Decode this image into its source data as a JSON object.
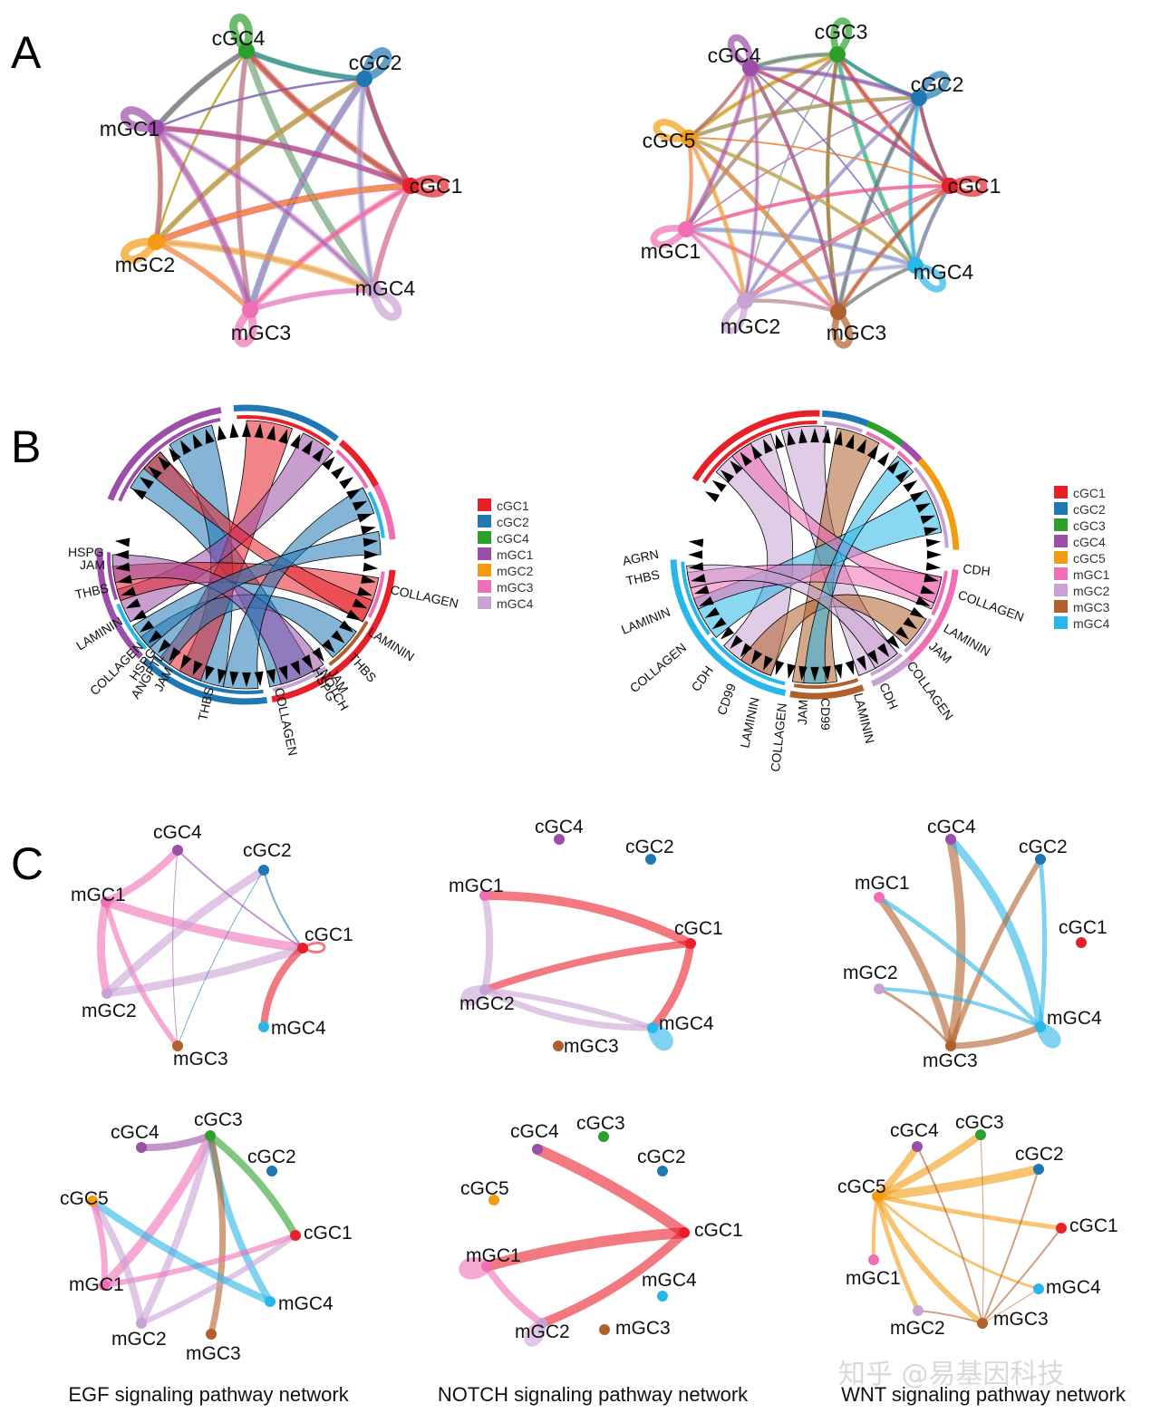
{
  "colors": {
    "cGC1": "#e8202a",
    "cGC2": "#1f77b4",
    "cGC3": "#2ca02c",
    "cGC4": "#9b4fa8",
    "cGC5": "#f39c12",
    "mGC1": "#f06fb4",
    "mGC2": "#c9a2d4",
    "mGC3": "#b0602c",
    "mGC4": "#29b6e8",
    "A1": {
      "cGC4": "#2ca02c",
      "cGC2": "#1f77b4",
      "cGC1": "#e8202a",
      "mGC4": "#c9a2d4",
      "mGC3": "#f06fb4",
      "mGC2": "#f39c12",
      "mGC1": "#9b4fa8"
    }
  },
  "panels": {
    "A": "A",
    "B": "B",
    "C": "C"
  },
  "networkA1": {
    "nodes": [
      "cGC4",
      "cGC2",
      "cGC1",
      "mGC4",
      "mGC3",
      "mGC2",
      "mGC1"
    ]
  },
  "networkA2": {
    "nodes": [
      "cGC3",
      "cGC2",
      "cGC1",
      "mGC4",
      "mGC3",
      "mGC2",
      "mGC1",
      "cGC5",
      "cGC4"
    ]
  },
  "chordB1": {
    "legend": [
      "cGC1",
      "cGC2",
      "cGC4",
      "mGC1",
      "mGC2",
      "mGC3",
      "mGC4"
    ],
    "sector_labels": [
      "HSPG",
      "JAM",
      "THBS",
      "LAMININ",
      "COLLAGEN",
      "HSPG",
      "ANGPTL",
      "JAM",
      "THBS",
      "COLLAGEN",
      "HSPG",
      "NOTCH",
      "JAM",
      "THBS",
      "LAMININ",
      "COLLAGEN"
    ]
  },
  "chordB2": {
    "legend": [
      "cGC1",
      "cGC2",
      "cGC3",
      "cGC4",
      "cGC5",
      "mGC1",
      "mGC2",
      "mGC3",
      "mGC4"
    ],
    "sector_labels": [
      "AGRN",
      "THBS",
      "LAMININ",
      "COLLAGEN",
      "CDH",
      "CD99",
      "LAMININ",
      "COLLAGEN",
      "JAM",
      "CD99",
      "LAMININ",
      "CDH",
      "COLLAGEN",
      "JAM",
      "LAMININ",
      "COLLAGEN",
      "CDH"
    ]
  },
  "networksC": {
    "labels": [
      "EGF signaling pathway network",
      "NOTCH signaling pathway network",
      "WNT signaling pathway network"
    ]
  },
  "watermark": "知乎 @易基因科技"
}
